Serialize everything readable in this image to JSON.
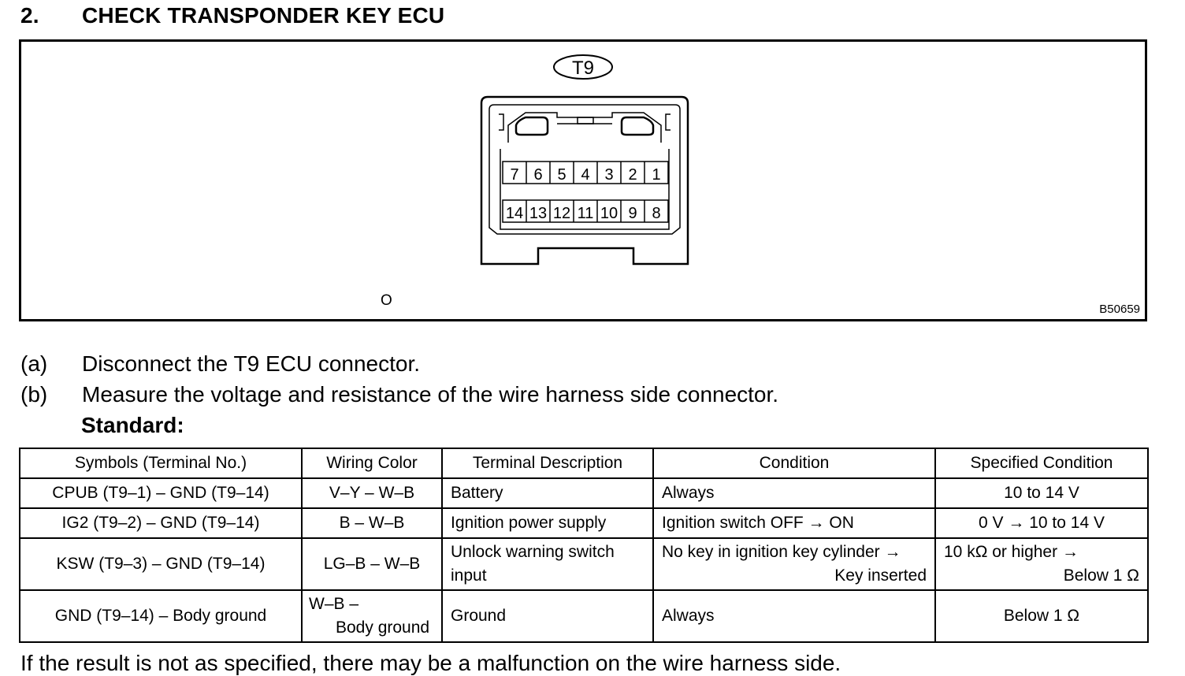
{
  "heading": {
    "number": "2.",
    "title": "CHECK TRANSPONDER KEY ECU"
  },
  "figure": {
    "connector_label": "T9",
    "top_row_pins": [
      "7",
      "6",
      "5",
      "4",
      "3",
      "2",
      "1"
    ],
    "bottom_row_pins": [
      "14",
      "13",
      "12",
      "11",
      "10",
      "9",
      "8"
    ],
    "mark": "O",
    "code": "B50659"
  },
  "steps": [
    {
      "label": "(a)",
      "text": "Disconnect the T9 ECU connector."
    },
    {
      "label": "(b)",
      "text": "Measure the voltage and resistance of the wire harness side connector."
    }
  ],
  "standard_label": "Standard:",
  "table": {
    "headers": [
      "Symbols (Terminal No.)",
      "Wiring Color",
      "Terminal Description",
      "Condition",
      "Specified Condition"
    ],
    "rows": [
      {
        "symbols": "CPUB (T9–1) – GND (T9–14)",
        "wiring": "V–Y – W–B",
        "description": "Battery",
        "condition": "Always",
        "specified": "10 to 14 V"
      },
      {
        "symbols": "IG2 (T9–2) – GND (T9–14)",
        "wiring": "B – W–B",
        "description": "Ignition power supply",
        "condition": "Ignition switch OFF → ON",
        "specified": "0 V → 10 to 14 V"
      },
      {
        "symbols": "KSW (T9–3) – GND (T9–14)",
        "wiring": "LG–B – W–B",
        "description_1": "Unlock warning switch",
        "description_2": "input",
        "condition_1": "No key in ignition key cylinder →",
        "condition_2": "Key inserted",
        "specified_1": "10 kΩ or higher →",
        "specified_2": "Below 1 Ω"
      },
      {
        "symbols": "GND (T9–14) – Body ground",
        "wiring_1": "W–B –",
        "wiring_2": "Body ground",
        "description": "Ground",
        "condition": "Always",
        "specified": "Below 1 Ω"
      }
    ]
  },
  "footer": "If the result is not as specified, there may be a malfunction on the wire harness side."
}
